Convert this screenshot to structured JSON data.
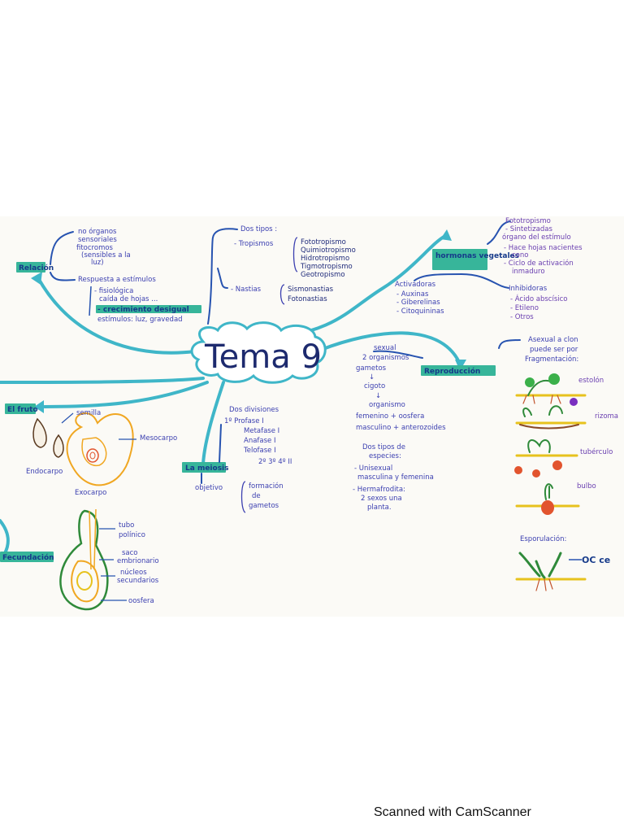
{
  "title": "Tema 9",
  "footer": "Scanned with CamScanner",
  "relacion": {
    "label": "Relación",
    "organos": [
      "no órganos",
      "sensoriales",
      "fitocromos",
      "(sensibles a la",
      "luz)"
    ],
    "respuesta": "Respuesta a estímulos",
    "fisiologica": [
      "- fisiológica",
      "caída de hojas ..."
    ],
    "crecimiento": "- crecimiento desigual",
    "estimulos": "estímulos: luz, gravedad",
    "tipos_head": "Dos tipos :",
    "tropismos_label": "- Tropismos",
    "tropismos": [
      "Fototropismo",
      "Quimiotropismo",
      "Hidrotropismo",
      "Tigmotropismo",
      "Geotropismo"
    ],
    "nastias_label": "- Nastias",
    "nastias": [
      "Sismonastias",
      "Fotonastias"
    ]
  },
  "hormonas": {
    "label": "hormonas vegetales",
    "activadoras_head": "Activadoras",
    "activadoras": [
      "- Auxinas",
      "- Giberelinas",
      "- Citoquininas"
    ],
    "hojas_head": [
      "Fototropismo",
      "- Sintetizadas",
      "órgano del estímulo"
    ],
    "hojas_notes": [
      "- Hace hojas nacientes",
      "cono",
      "- Ciclo de activación",
      "inmaduro"
    ],
    "inhibidoras_head": "Inhibidoras",
    "inhibidoras": [
      "- Ácido abscísico",
      "- Etileno",
      "- Otros"
    ]
  },
  "reproduccion": {
    "label": "Reproducción",
    "sexual_lines": [
      "sexual",
      "2 organismos",
      "gametos",
      "↓",
      "cigoto",
      "↓",
      "organismo",
      "femenino + oosfera",
      "masculino + anterozoides"
    ],
    "especies_head": [
      "Dos tipos de",
      "especies:"
    ],
    "especies": [
      "- Unisexual",
      "masculina y femenina",
      "- Hermafrodita:",
      "2 sexos una",
      "planta."
    ],
    "asexual_head": [
      "Asexual a clon",
      "puede ser por",
      "Fragmentación:"
    ],
    "asexual_types": [
      "estolón",
      "rizoma",
      "tubérculo",
      "bulbo"
    ],
    "esporulacion": "Esporulación:",
    "esporulacion_note": "OC ce"
  },
  "fruto": {
    "label": "El fruto",
    "semilla": "semilla",
    "mesocarpo": "Mesocarpo",
    "endocarpo": "Endocarpo",
    "exocarpo": "Exocarpo"
  },
  "meiosis": {
    "label": "La meiosis",
    "divisiones_head": "Dos divisiones",
    "fases": [
      "1º Profase I",
      "Metafase I",
      "Anafase I",
      "Telofase I",
      "2º 3º 4º II"
    ],
    "objetivo": "objetivo",
    "formacion": [
      "formación",
      "de",
      "gametos"
    ]
  },
  "fecundacion": {
    "label": "Fecundación",
    "tubo": [
      "tubo",
      "polínico"
    ],
    "saco": [
      "saco",
      "embrionario"
    ],
    "nucleos": [
      "núcleos",
      "secundarios"
    ],
    "oosfera": "oosfera"
  }
}
